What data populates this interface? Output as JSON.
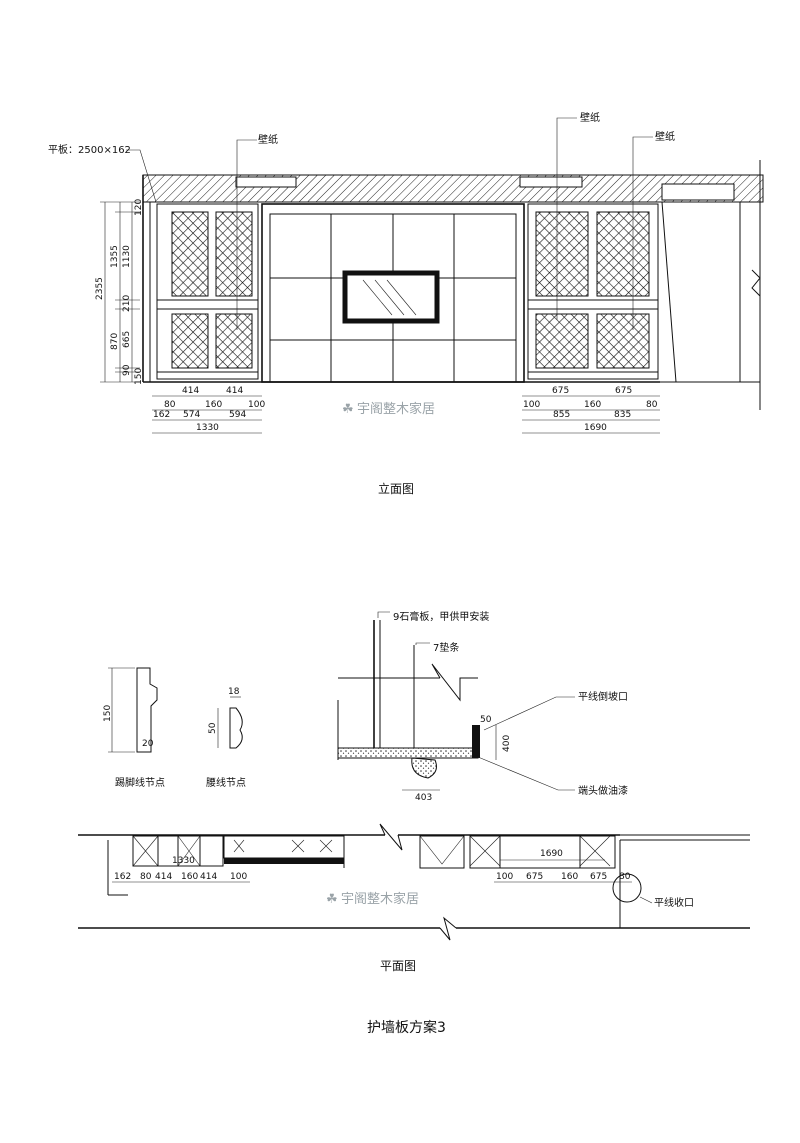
{
  "elevation": {
    "labels": {
      "flat_board": "平板：2500×162",
      "wallpaper": "壁纸"
    },
    "dims_left_vertical": [
      "120",
      "1355",
      "1130",
      "2355",
      "210",
      "870",
      "665",
      "90",
      "150"
    ],
    "dims_left_row1": [
      "414",
      "414"
    ],
    "dims_left_row2": [
      "80",
      "160",
      "100"
    ],
    "dims_left_row3": [
      "162",
      "574",
      "594"
    ],
    "dims_left_total": "1330",
    "dims_right_row1": [
      "675",
      "675"
    ],
    "dims_right_row2": [
      "100",
      "160",
      "80"
    ],
    "dims_right_row3": [
      "855",
      "835"
    ],
    "dims_right_total": "1690",
    "caption": "立面图"
  },
  "details": {
    "baseboard_dims": [
      "150",
      "20"
    ],
    "baseboard_caption": "踢脚线节点",
    "waist_dims": [
      "18",
      "50"
    ],
    "waist_caption": "腰线节点",
    "section_labels": {
      "gypsum": "9石膏板，甲供甲安装",
      "strip": "7垫条",
      "bevel": "平线倒坡口",
      "paint": "端头做油漆",
      "dim_50": "50",
      "dim_400": "400",
      "dim_403": "403"
    }
  },
  "plan": {
    "dims_top_left": "1330",
    "dims_top_right": "1690",
    "dims_left": [
      "162",
      "80",
      "414",
      "160",
      "414",
      "100"
    ],
    "dims_right": [
      "100",
      "675",
      "160",
      "675",
      "80"
    ],
    "closure_label": "平线收口",
    "caption": "平面图"
  },
  "watermark": "宇阁整木家居",
  "sheet_title": "护墙板方案3"
}
